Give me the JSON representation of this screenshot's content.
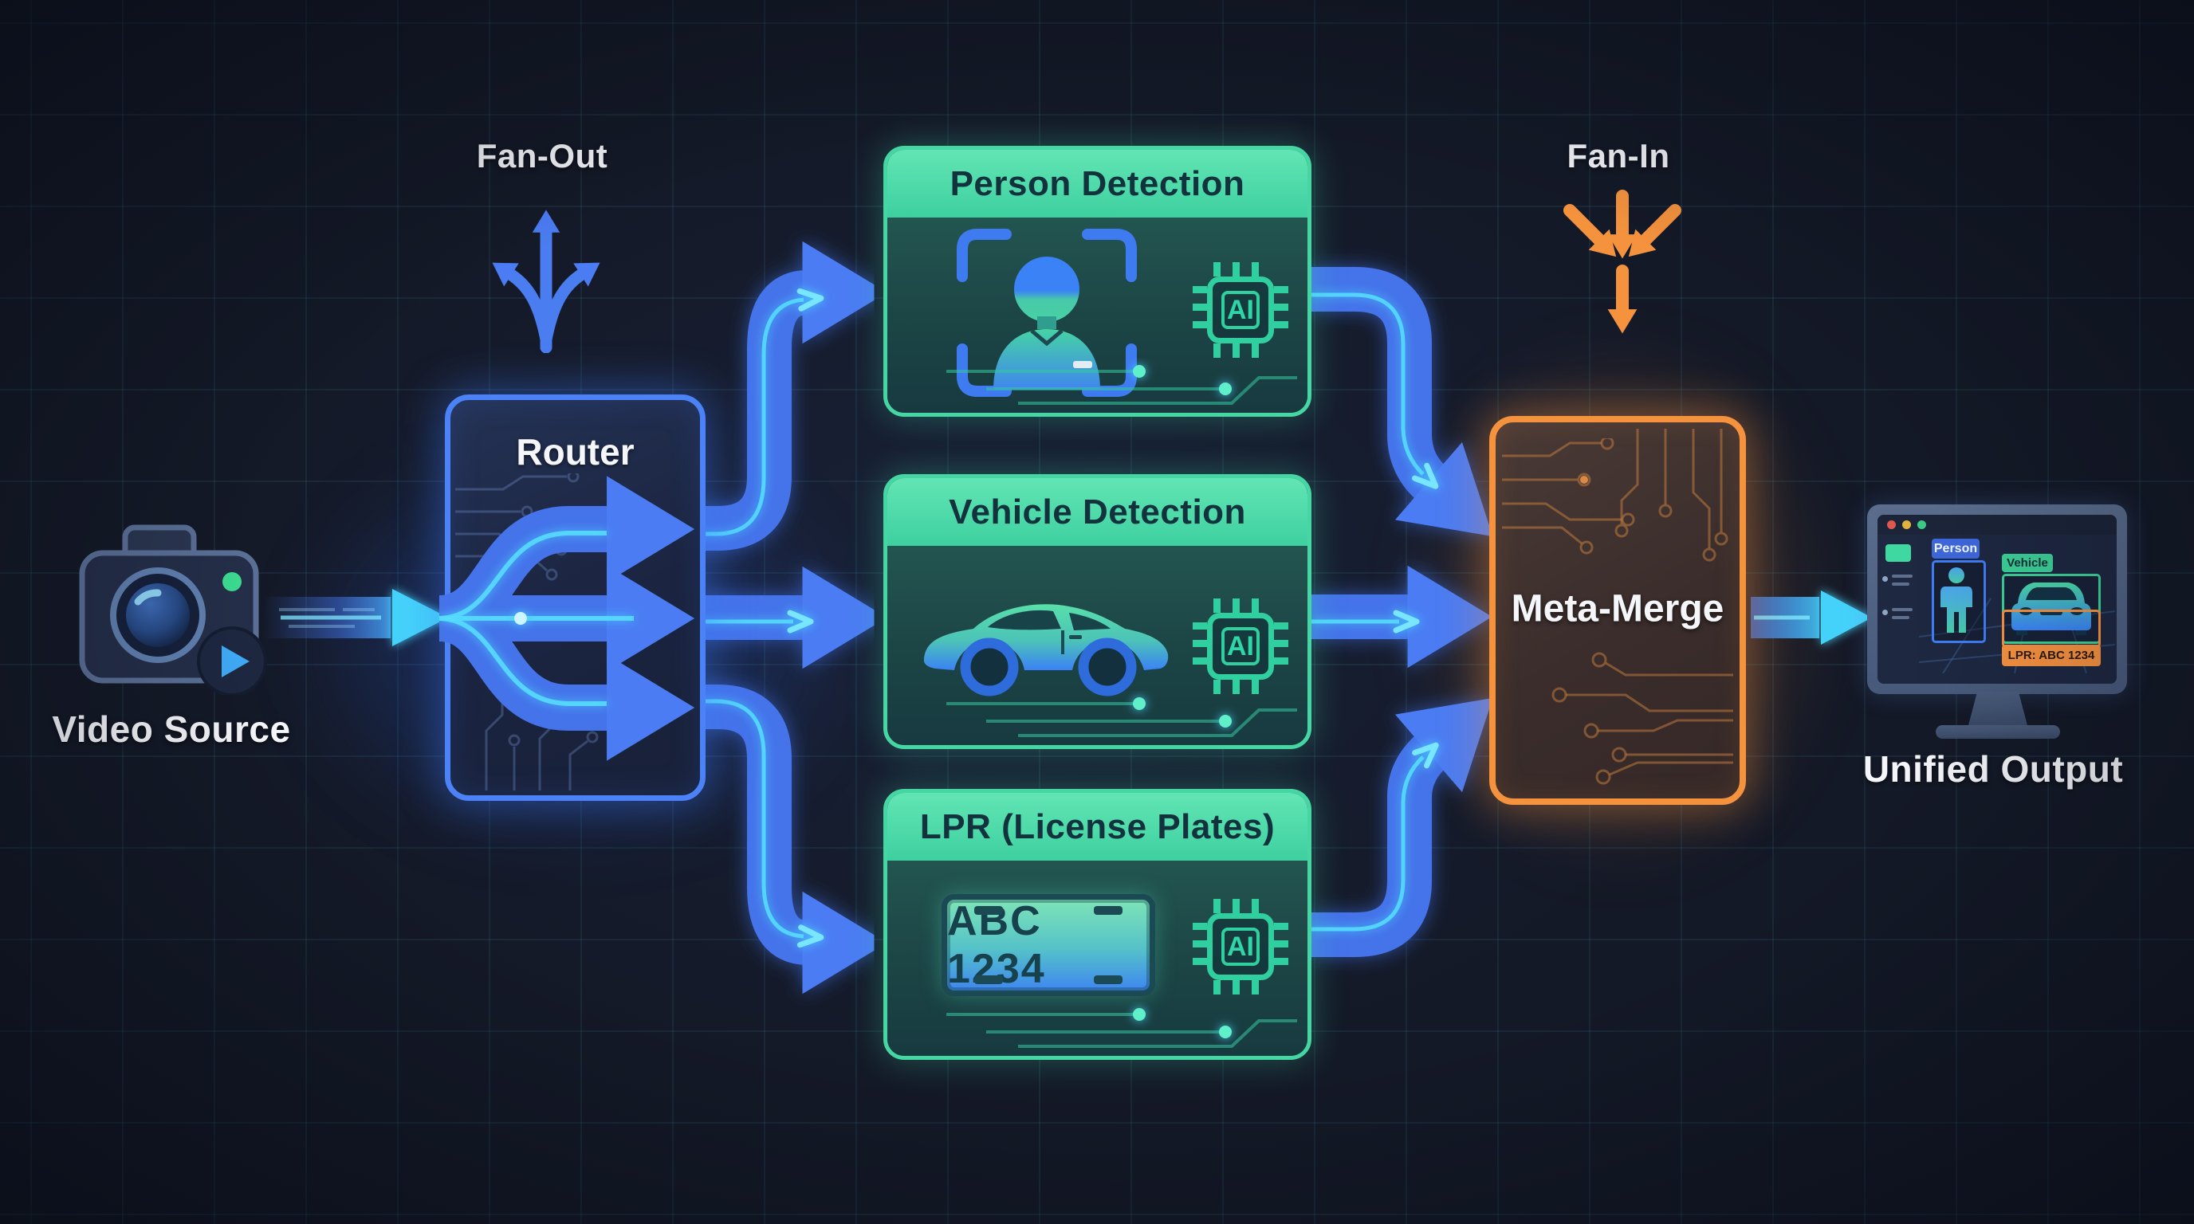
{
  "diagram": {
    "source": {
      "label": "Video Source"
    },
    "fan_out": {
      "label": "Fan-Out"
    },
    "router": {
      "label": "Router"
    },
    "detectors": [
      {
        "label": "Person Detection"
      },
      {
        "label": "Vehicle Detection"
      },
      {
        "label": "LPR (License Plates)",
        "plate_text": "ABC 1234"
      }
    ],
    "ai_chip_label": "AI",
    "fan_in": {
      "label": "Fan-In"
    },
    "merge": {
      "label": "Meta-Merge"
    },
    "output": {
      "label": "Unified Output",
      "screen_tags": {
        "person": "Person",
        "vehicle": "Vehicle",
        "lpr": "LPR: ABC 1234"
      }
    },
    "colors": {
      "background": "#141927",
      "pipe_blue": "#4573ea",
      "stream_cyan": "#45d6ff",
      "module_green": "#45d6a4",
      "merge_orange": "#f5923e",
      "label_white": "#f4f6fa"
    }
  }
}
